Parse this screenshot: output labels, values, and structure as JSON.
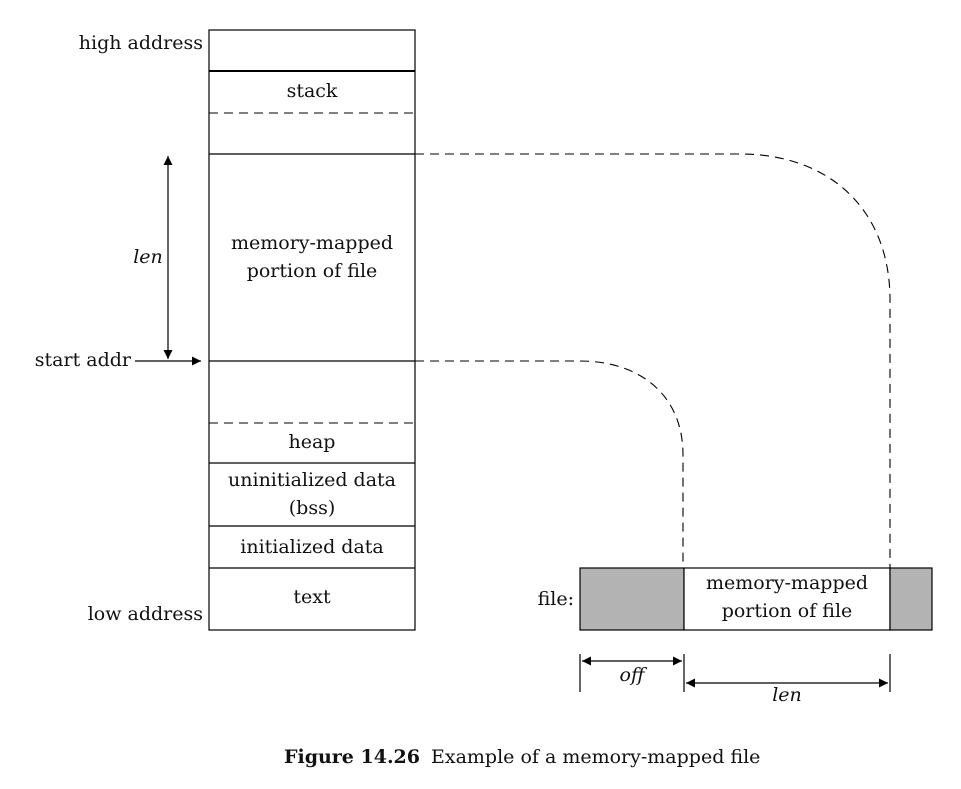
{
  "memory_layout": {
    "high_address": "high address",
    "low_address": "low address",
    "start_addr": "start addr",
    "len": "len",
    "segments": {
      "stack": "stack",
      "mapped_line1": "memory-mapped",
      "mapped_line2": "portion of file",
      "heap": "heap",
      "bss_line1": "uninitialized data",
      "bss_line2": "(bss)",
      "initialized": "initialized data",
      "text": "text"
    }
  },
  "file": {
    "label": "file:",
    "mapped_line1": "memory-mapped",
    "mapped_line2": "portion of file",
    "off": "off",
    "len": "len"
  },
  "caption": {
    "number": "Figure 14.26",
    "text": "Example of a memory-mapped file"
  },
  "colors": {
    "shaded": "#b3b3b3",
    "line": "#000000"
  }
}
